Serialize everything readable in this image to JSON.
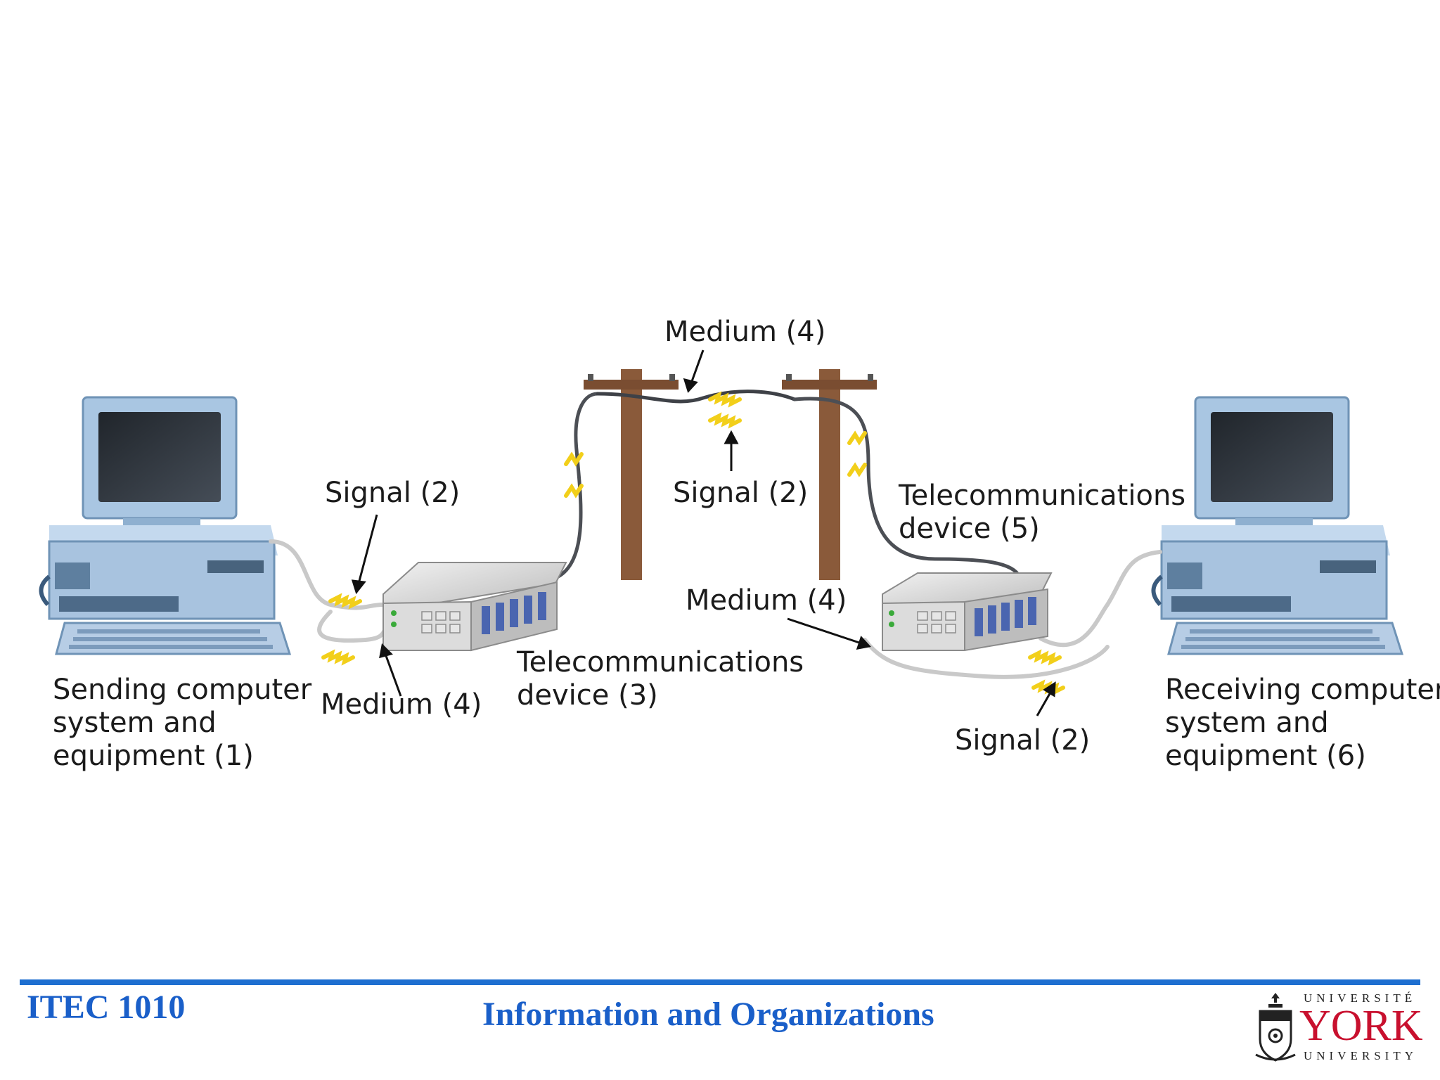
{
  "diagram": {
    "labels": {
      "medium_top": "Medium (4)",
      "signal_left": "Signal (2)",
      "signal_center": "Signal (2)",
      "telecom_device_5": "Telecommunications",
      "telecom_device_5_line2": "device (5)",
      "medium_right": "Medium (4)",
      "telecom_device_3": "Telecommunications",
      "telecom_device_3_line2": "device (3)",
      "medium_left": "Medium (4)",
      "sending_line1": "Sending computer",
      "sending_line2": "system and",
      "sending_line3": "equipment (1)",
      "signal_right": "Signal (2)",
      "receiving_line1": "Receiving computer",
      "receiving_line2": "system and",
      "receiving_line3": "equipment (6)"
    }
  },
  "footer": {
    "course_code": "ITEC 1010",
    "course_title": "Information and Organizations",
    "logo": {
      "top": "UNIVERSITÉ",
      "name": "YORK",
      "bottom": "UNIVERSITY"
    }
  },
  "colors": {
    "accent": "#1e6fd0",
    "footer_text": "#1a5fc9",
    "york_red": "#c8102e",
    "signal": "#f2cf1a",
    "pole": "#8a5a3a",
    "computer": "#a9c6e2"
  }
}
